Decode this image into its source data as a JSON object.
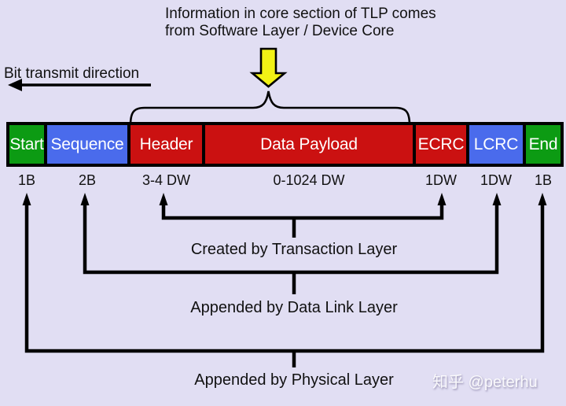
{
  "colors": {
    "background": "#e1def3",
    "segment_green": "#0c9b13",
    "segment_blue": "#4a6bec",
    "segment_red": "#cb1111",
    "arrow_yellow": "#f2f215",
    "line_black": "#000000",
    "segment_text": "#ffffff",
    "label_text": "#111111"
  },
  "top_note": {
    "line1": "Information in core section of TLP comes",
    "line2": "from Software Layer / Device Core"
  },
  "bit_direction_label": "Bit transmit direction",
  "packet": {
    "segments": [
      {
        "id": "start",
        "label": "Start",
        "size": "1B",
        "color": "segment_green"
      },
      {
        "id": "sequence",
        "label": "Sequence",
        "size": "2B",
        "color": "segment_blue"
      },
      {
        "id": "header",
        "label": "Header",
        "size": "3-4 DW",
        "color": "segment_red"
      },
      {
        "id": "data-payload",
        "label": "Data Payload",
        "size": "0-1024 DW",
        "color": "segment_red"
      },
      {
        "id": "ecrc",
        "label": "ECRC",
        "size": "1DW",
        "color": "segment_red"
      },
      {
        "id": "lcrc",
        "label": "LCRC",
        "size": "1DW",
        "color": "segment_blue"
      },
      {
        "id": "end",
        "label": "End",
        "size": "1B",
        "color": "segment_green"
      }
    ]
  },
  "annotations": {
    "transaction": "Created by Transaction Layer",
    "data_link": "Appended by Data Link Layer",
    "physical": "Appended by Physical Layer"
  },
  "watermark": "知乎 @peterhu"
}
